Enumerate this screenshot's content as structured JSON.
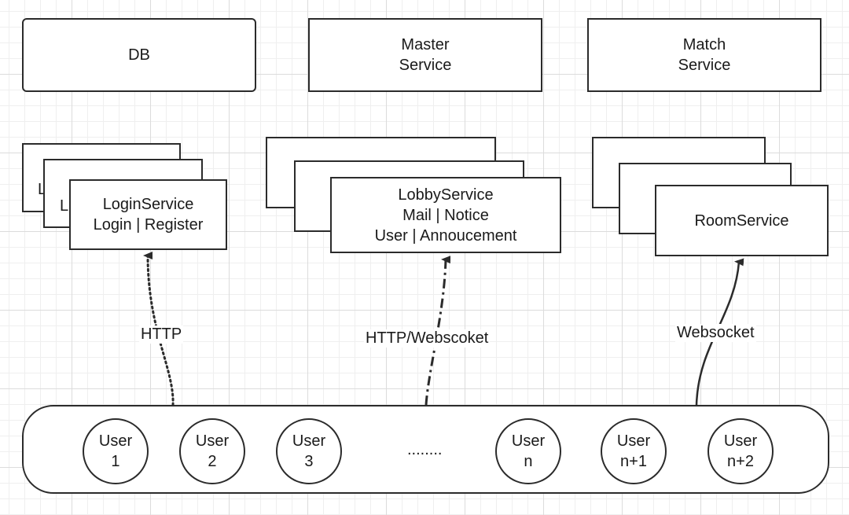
{
  "top_boxes": {
    "db": "DB",
    "master": "Master\nService",
    "match": "Match\nService"
  },
  "login_stack": {
    "ghost_back": "L",
    "ghost_middle": "L",
    "front": "LoginService\nLogin | Register"
  },
  "lobby_stack": {
    "front": "LobbyService\nMail | Notice\nUser | Annoucement"
  },
  "room_stack": {
    "front": "RoomService"
  },
  "connections": {
    "http": "HTTP",
    "http_ws": "HTTP/Webscoket",
    "websocket": "Websocket"
  },
  "users": [
    "User\n1",
    "User\n2",
    "User\n3",
    "User\nn",
    "User\nn+1",
    "User\nn+2"
  ],
  "ellipsis": "........"
}
